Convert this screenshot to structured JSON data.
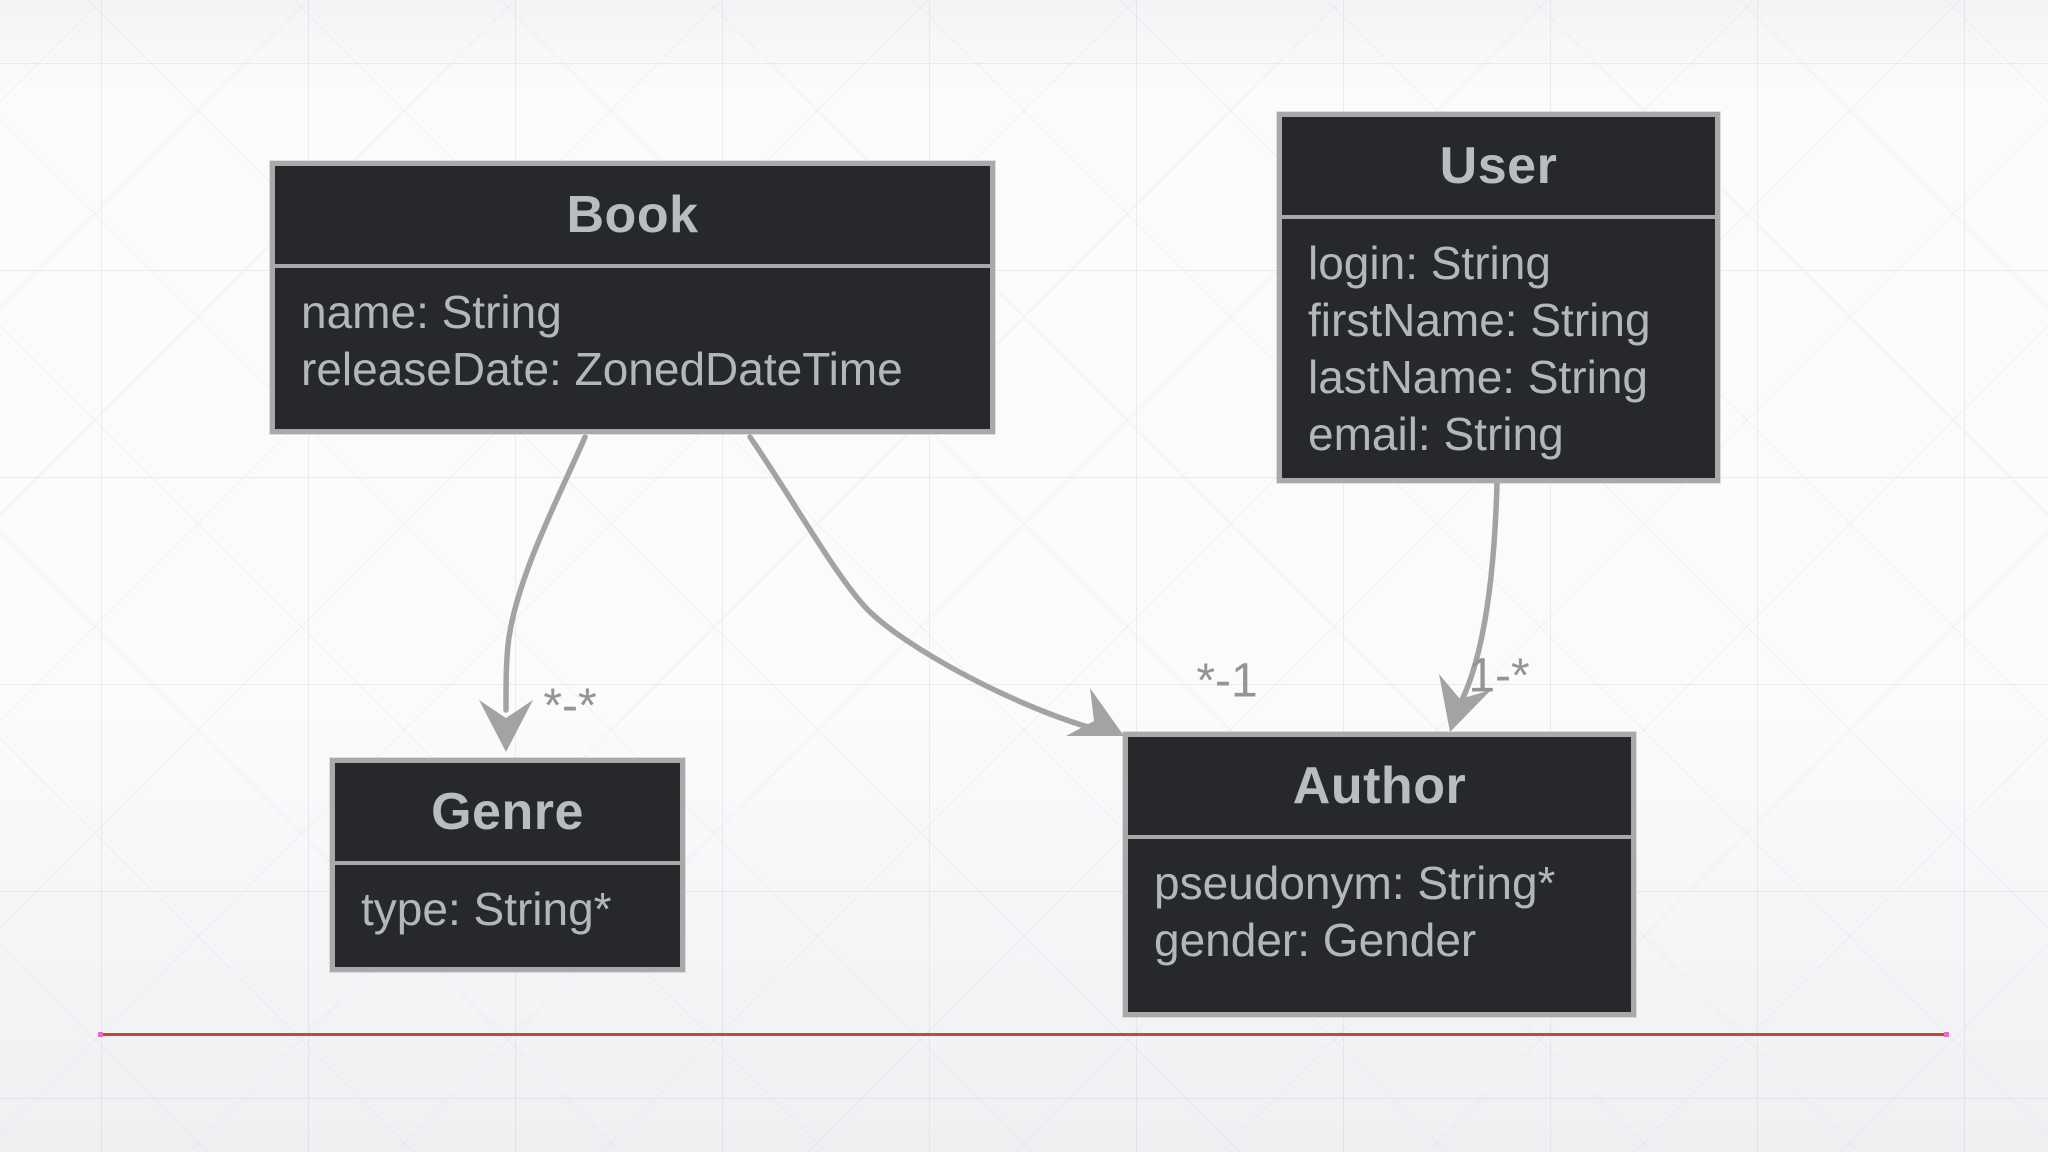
{
  "diagram": {
    "classes": [
      {
        "name": "Book",
        "attributes": [
          "name: String",
          "releaseDate: ZonedDateTime"
        ]
      },
      {
        "name": "User",
        "attributes": [
          "login: String",
          "firstName: String",
          "lastName: String",
          "email: String"
        ]
      },
      {
        "name": "Genre",
        "attributes": [
          "type: String*"
        ]
      },
      {
        "name": "Author",
        "attributes": [
          "pseudonym: String*",
          "gender: Gender"
        ]
      }
    ],
    "relationships": [
      {
        "from": "Book",
        "to": "Genre",
        "multiplicity": "*-*"
      },
      {
        "from": "Book",
        "to": "Author",
        "multiplicity": "*-1"
      },
      {
        "from": "User",
        "to": "Author",
        "multiplicity": "1-*"
      }
    ]
  },
  "colors": {
    "node_fill": "#26282b",
    "node_border": "#a9a9a9",
    "node_title_text": "#b9bdc2",
    "node_attr_text": "#b3b7bc",
    "edge": "#a3a3a3",
    "multiplicity_text": "#949494",
    "red_line": "#c14b35",
    "red_line_endpoint": "#e070c8",
    "background": "#fbfbfc"
  }
}
